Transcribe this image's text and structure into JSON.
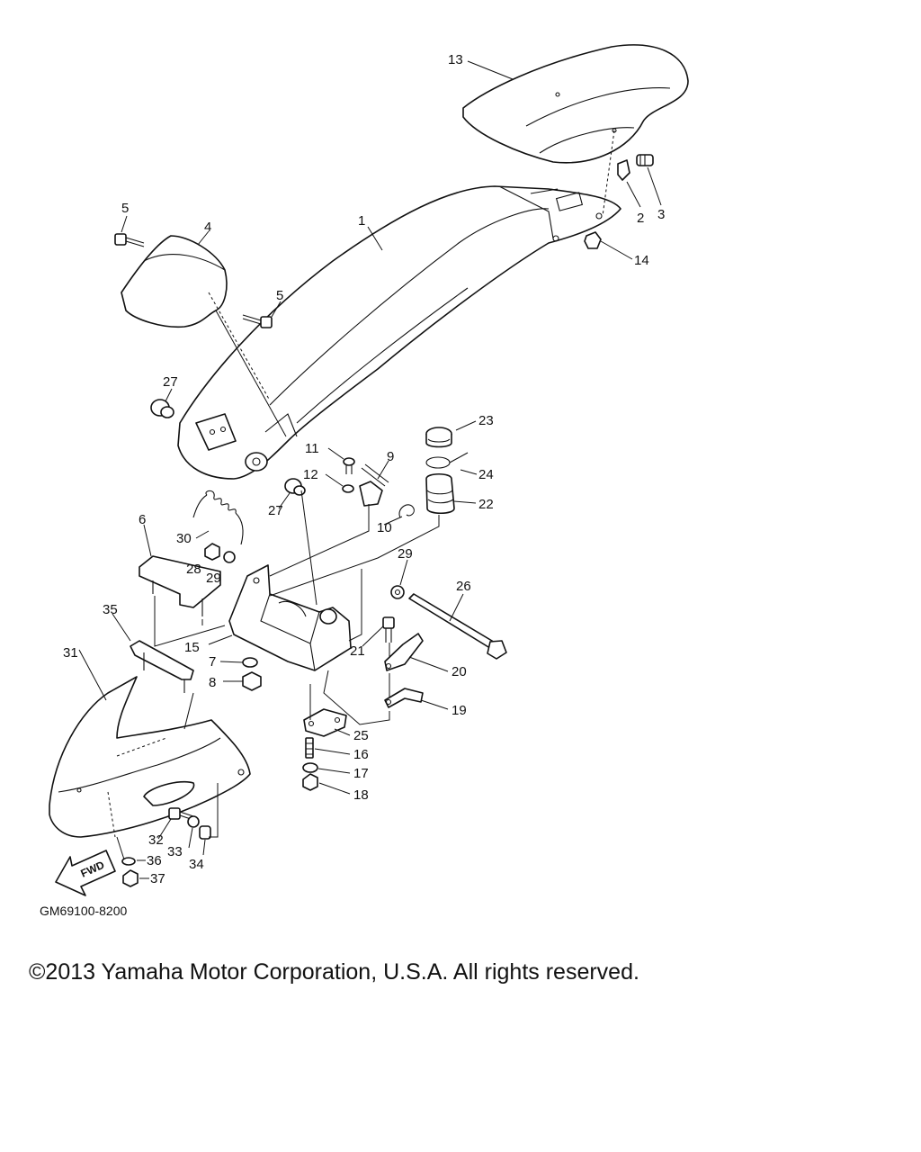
{
  "diagram": {
    "drawing_code": "GM69100-8200",
    "fwd_label": "FWD",
    "callouts": [
      "1",
      "2",
      "3",
      "4",
      "5",
      "5",
      "6",
      "7",
      "8",
      "9",
      "10",
      "11",
      "12",
      "13",
      "14",
      "15",
      "16",
      "17",
      "18",
      "19",
      "20",
      "21",
      "22",
      "23",
      "24",
      "25",
      "26",
      "27",
      "27",
      "28",
      "29",
      "29",
      "30",
      "31",
      "32",
      "33",
      "34",
      "35",
      "36",
      "37"
    ]
  },
  "footer": {
    "copyright": "©2013 Yamaha Motor Corporation, U.S.A. All rights reserved."
  }
}
